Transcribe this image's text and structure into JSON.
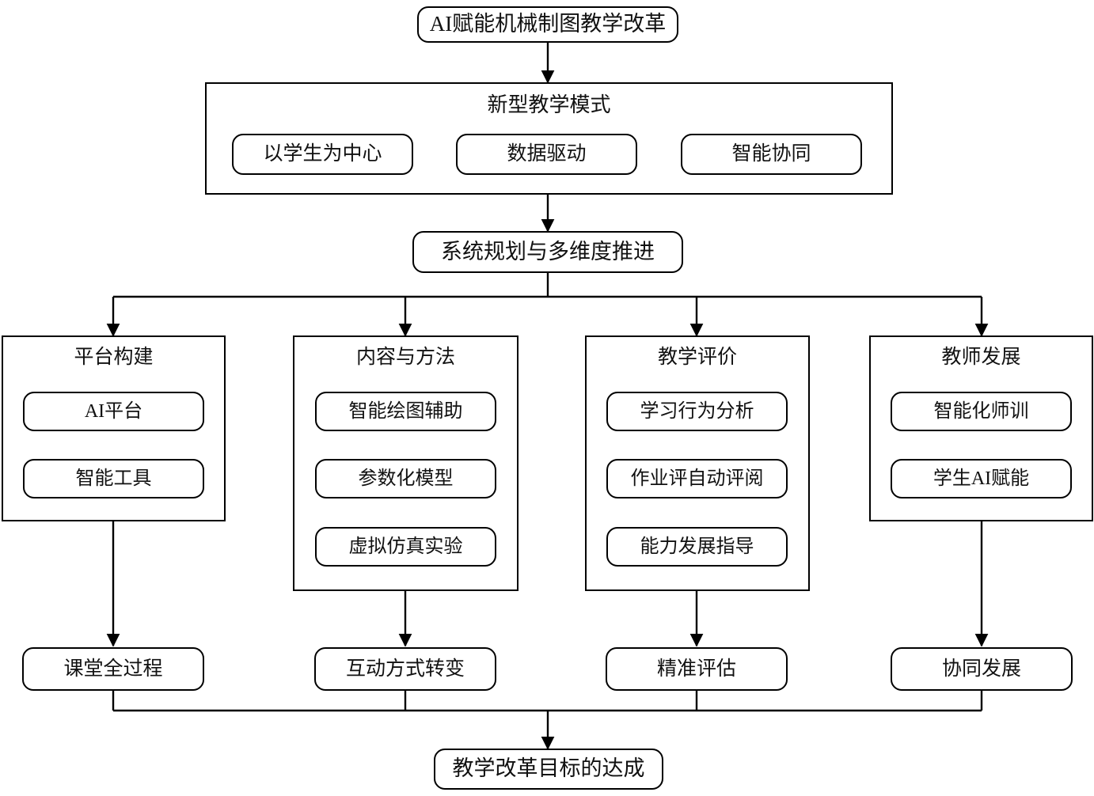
{
  "diagram": {
    "title": "AI赋能机械制图教学改革",
    "root": {
      "label": "AI赋能机械制图教学改革"
    },
    "model_group": {
      "label": "新型教学模式",
      "items": [
        {
          "label": "以学生为中心"
        },
        {
          "label": "数据驱动"
        },
        {
          "label": "智能协同"
        }
      ]
    },
    "stage": {
      "label": "系统规划与多维度推进"
    },
    "columns": [
      {
        "title": "平台构建",
        "items": [
          {
            "label": "AI平台"
          },
          {
            "label": "智能工具"
          }
        ],
        "outcome": "课堂全过程"
      },
      {
        "title": "内容与方法",
        "items": [
          {
            "label": "智能绘图辅助"
          },
          {
            "label": "参数化模型"
          },
          {
            "label": "虚拟仿真实验"
          }
        ],
        "outcome": "互动方式转变"
      },
      {
        "title": "教学评价",
        "items": [
          {
            "label": "学习行为分析"
          },
          {
            "label": "作业评自动评阅"
          },
          {
            "label": "能力发展指导"
          }
        ],
        "outcome": "精准评估"
      },
      {
        "title": "教师发展",
        "items": [
          {
            "label": "智能化师训"
          },
          {
            "label": "学生AI赋能"
          }
        ],
        "outcome": "协同发展"
      }
    ],
    "goal": {
      "label": "教学改革目标的达成"
    },
    "colors": {
      "stroke": "#000000",
      "fill": "#ffffff",
      "text": "#111111"
    }
  }
}
